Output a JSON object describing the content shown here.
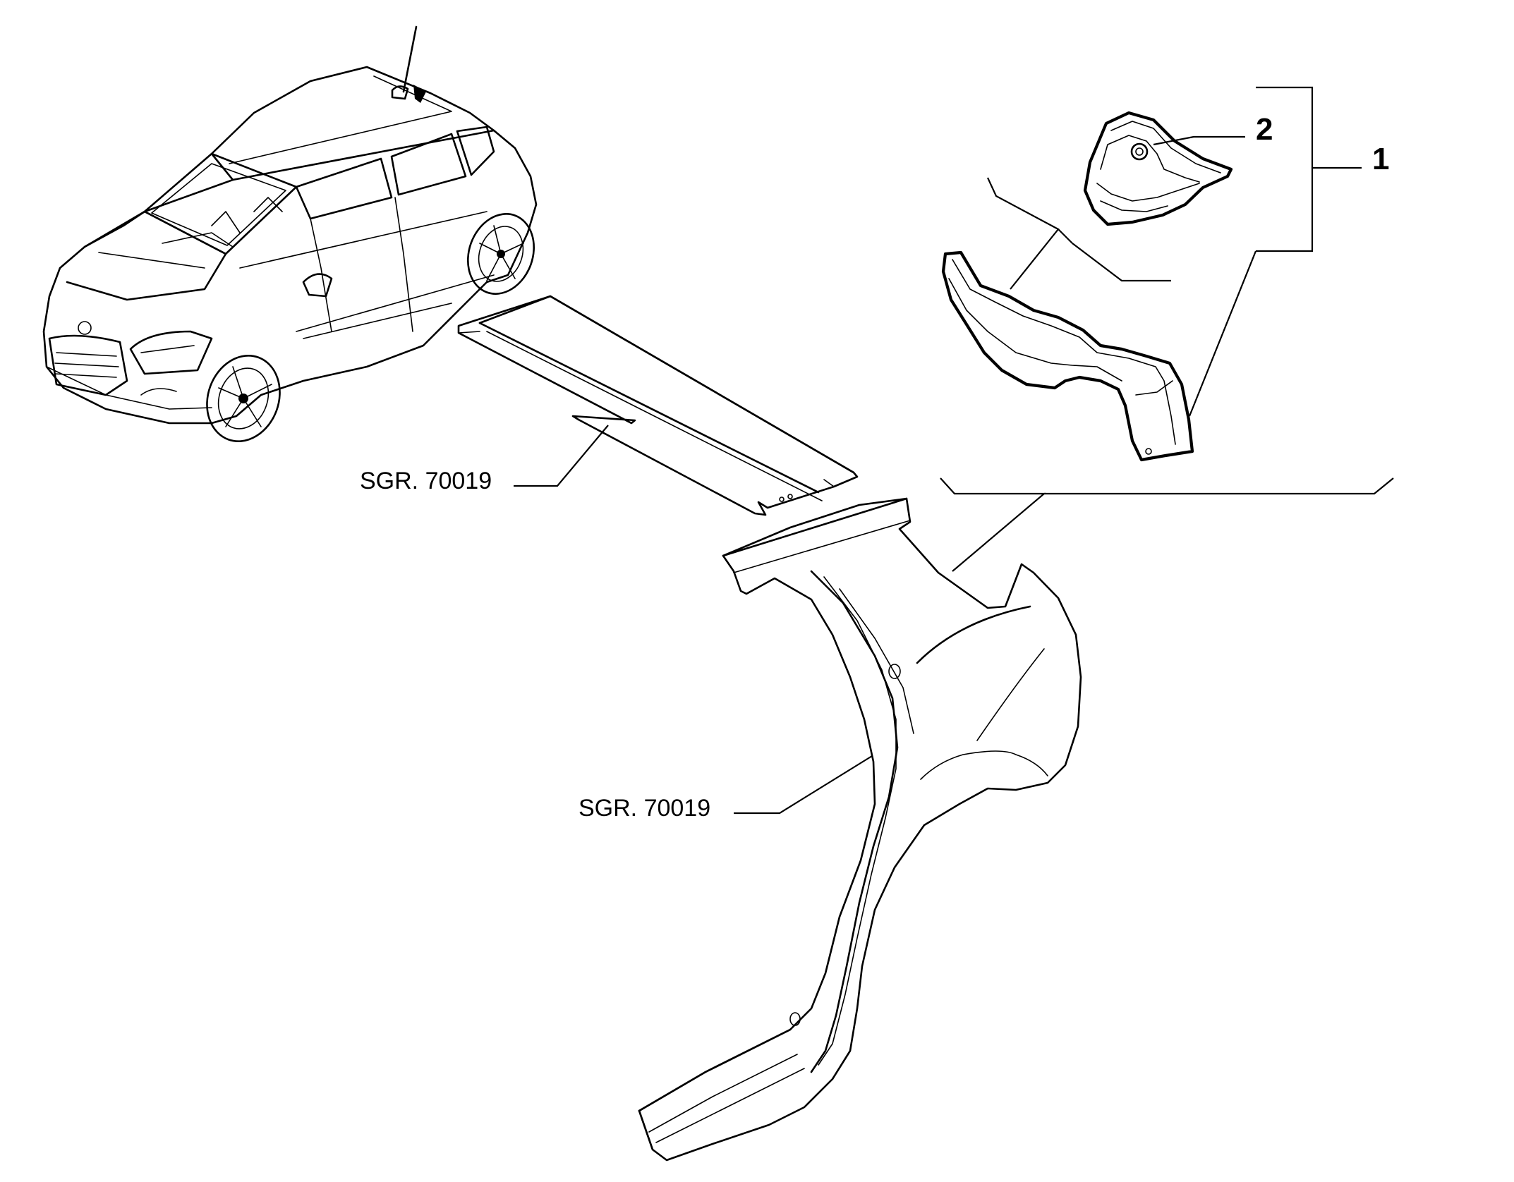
{
  "callouts": {
    "item_1": "1",
    "item_2": "2",
    "ref_upper": "SGR. 70019",
    "ref_lower": "SGR. 70019"
  }
}
